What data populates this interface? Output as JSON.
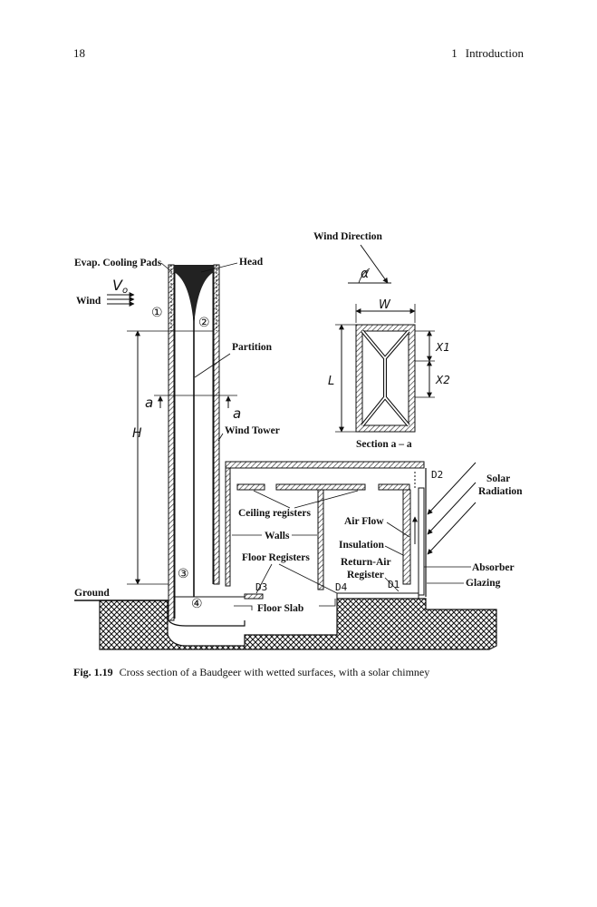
{
  "header": {
    "page_number": "18",
    "chapter_number": "1",
    "chapter_title": "Introduction"
  },
  "figure": {
    "labels": {
      "wind_direction": "Wind Direction",
      "evap_cooling_pads": "Evap. Cooling Pads",
      "head": "Head",
      "wind": "Wind",
      "v0": "V",
      "v0_sub": "o",
      "partition": "Partition",
      "wind_tower": "Wind Tower",
      "section": "Section a – a",
      "ceiling_registers": "Ceiling registers",
      "walls": "Walls",
      "floor_registers": "Floor Registers",
      "air_flow": "Air Flow",
      "insulation": "Insulation",
      "return_air": "Return-Air",
      "register": "Register",
      "solar": "Solar",
      "radiation": "Radiation",
      "absorber": "Absorber",
      "glazing": "Glazing",
      "ground": "Ground",
      "floor_slab": "Floor Slab"
    },
    "symbols": {
      "alpha": "α",
      "w": "W",
      "l": "L",
      "h": "H",
      "x1": "X1",
      "x2": "X2",
      "section_a": "a",
      "d1": "D1",
      "d2": "D2",
      "d3": "D3",
      "d4": "D4",
      "n1": "①",
      "n2": "②",
      "n3": "③",
      "n4": "④"
    }
  },
  "caption": {
    "label": "Fig. 1.19",
    "text": "Cross section of a Baudgeer with wetted surfaces, with a solar chimney"
  }
}
